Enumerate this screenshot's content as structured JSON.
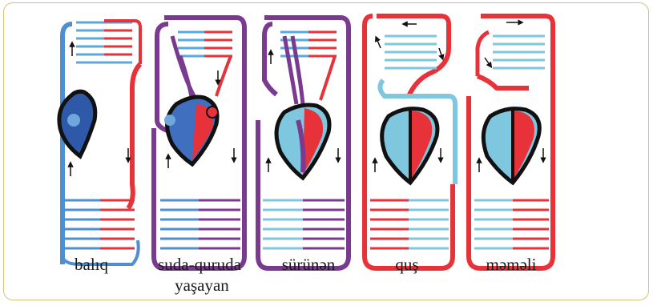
{
  "panels": [
    {
      "id": "fish",
      "label": "balıq",
      "label2": ""
    },
    {
      "id": "amphibian",
      "label": "suda-quruda",
      "label2": "yaşayan"
    },
    {
      "id": "reptile",
      "label": "sürünən",
      "label2": ""
    },
    {
      "id": "bird",
      "label": "quş",
      "label2": ""
    },
    {
      "id": "mammal",
      "label": "məməli",
      "label2": ""
    }
  ],
  "colors": {
    "frame": "#d9c07a",
    "arterial": "#e8323a",
    "venous_light": "#7ec7df",
    "venous_blue": "#3f6fbe",
    "mixed": "#7a3a8f",
    "heart_outline": "#111111"
  }
}
